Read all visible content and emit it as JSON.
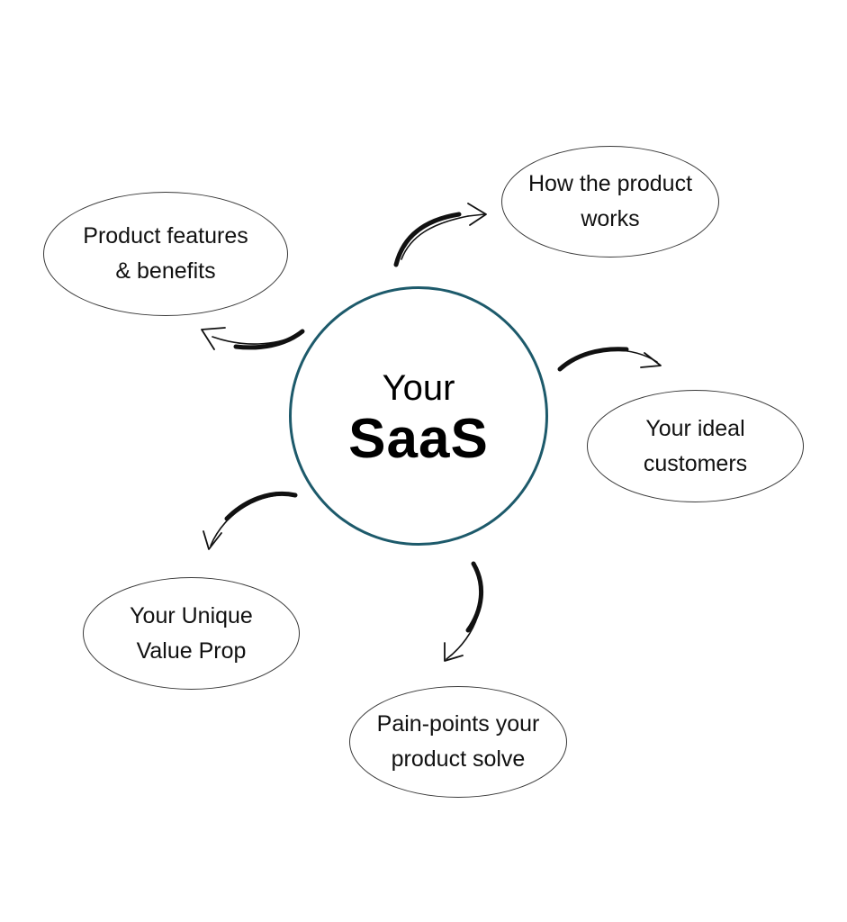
{
  "center": {
    "line1": "Your",
    "line2": "SaaS",
    "border_color": "#1d5a6b"
  },
  "nodes": [
    {
      "id": "how-product-works",
      "line1": "How the product",
      "line2": "works"
    },
    {
      "id": "product-features",
      "line1": "Product features",
      "line2": "& benefits"
    },
    {
      "id": "ideal-customers",
      "line1": "Your ideal",
      "line2": "customers"
    },
    {
      "id": "unique-value-prop",
      "line1": "Your Unique",
      "line2": "Value Prop"
    },
    {
      "id": "pain-points",
      "line1": "Pain-points your",
      "line2": "product solve"
    }
  ],
  "arrow_icon": "curved-hand-drawn-arrow-icon"
}
